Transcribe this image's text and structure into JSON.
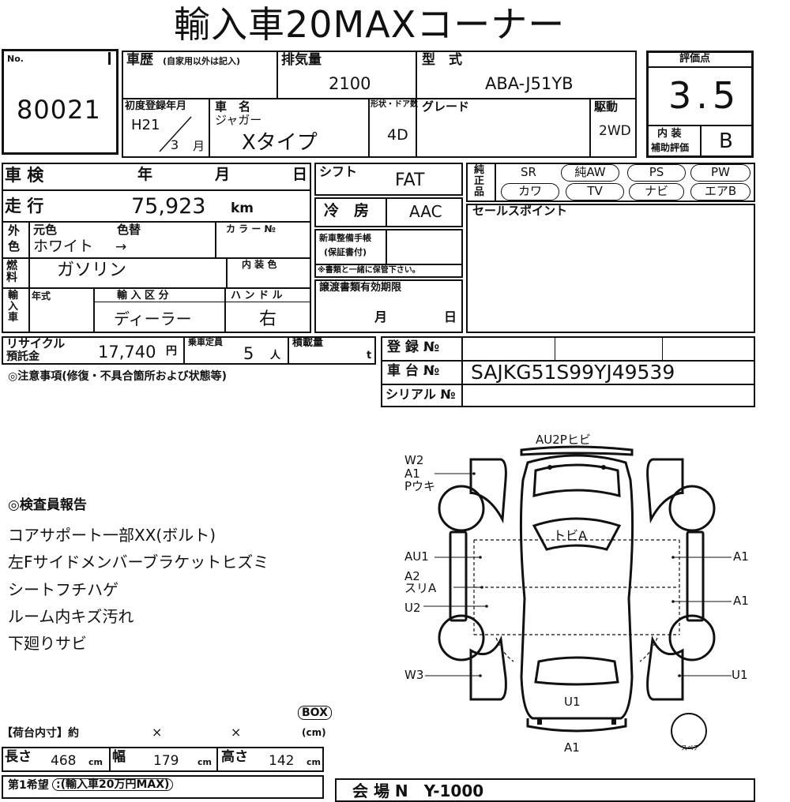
{
  "header": {
    "title": "輸入車20MAXコーナー"
  },
  "lot": {
    "label": "No.",
    "number": "80021"
  },
  "history": {
    "label": "車歴",
    "note": "(自家用以外は記入)"
  },
  "displacement": {
    "label": "排気量",
    "value": "2100"
  },
  "model": {
    "label": "型　式",
    "value": "ABA-J51YB"
  },
  "grade_score": {
    "label": "評価点",
    "value": "3.5",
    "interior_label_1": "内 装",
    "interior_label_2": "補助評価",
    "interior_value": "B"
  },
  "first_reg": {
    "label": "初度登録年月",
    "year": "H21",
    "month": "3",
    "month_unit": "月"
  },
  "car_name": {
    "label": "車　名",
    "value": "ジャガー",
    "type": "Xタイプ"
  },
  "shape": {
    "label": "形状・ドア数",
    "value": "4D"
  },
  "grade": {
    "label": "グレード"
  },
  "drive": {
    "label": "駆動",
    "value": "2WD"
  },
  "inspection": {
    "label": "車 検",
    "year": "年",
    "month": "月",
    "day": "日"
  },
  "mileage": {
    "label": "走 行",
    "value": "75,923",
    "unit": "km"
  },
  "color": {
    "side_label_1": "外",
    "side_label_2": "色",
    "original_label": "元色",
    "change_label": "色替",
    "original": "ホワイト",
    "arrow": "→",
    "code_label": "カ ラ ー №"
  },
  "fuel": {
    "side_label": "燃料",
    "value": "ガソリン",
    "interior_color_label": "内 装 色"
  },
  "import": {
    "side_label": "輸入車",
    "year_label": "年式",
    "category_label": "輸 入 区 分",
    "category": "ディーラー",
    "handle_label": "ハ ン ド ル",
    "handle": "右"
  },
  "shift": {
    "label": "シフト",
    "value": "FAT"
  },
  "aircon": {
    "label": "冷　房",
    "value": "AAC"
  },
  "warranty": {
    "label_1": "新車整備手帳",
    "label_2": "(保証書付)",
    "note": "※書類と一緒に保管下さい。"
  },
  "transfer": {
    "label": "譲渡書類有効期限",
    "month": "月",
    "day": "日"
  },
  "equipment": {
    "label": "純正品",
    "items": [
      "SR",
      "純AW",
      "PS",
      "PW",
      "カワ",
      "TV",
      "ナビ",
      "エアB"
    ]
  },
  "sales_point": {
    "label": "セールスポイント"
  },
  "recycle": {
    "label_1": "リサイクル",
    "label_2": "預託金",
    "value": "17,740",
    "unit": "円"
  },
  "capacity": {
    "label": "乗車定員",
    "value": "5",
    "unit": "人"
  },
  "load": {
    "label": "積載量",
    "unit": "t"
  },
  "registration": {
    "label": "登 録 №"
  },
  "chassis": {
    "label": "車 台 №",
    "value": "SAJKG51S99YJ49539"
  },
  "serial": {
    "label": "シリアル №"
  },
  "caution": {
    "label": "◎注意事項(修復・不具合箇所および状態等)"
  },
  "inspector": {
    "title": "◎検査員報告",
    "lines": [
      "コアサポート一部XX(ボルト)",
      "左Fサイドメンバーブラケットヒズミ",
      "シートフチハゲ",
      "ルーム内キズ汚れ",
      "下廻りサビ"
    ]
  },
  "diagram": {
    "labels": {
      "top": "AU2Pヒビ",
      "w2": "W2",
      "a1_fl": "A1",
      "p_uki": "Pウキ",
      "roof": "トビA",
      "au1": "AU1",
      "a2": "A2",
      "suri_a": "スリA",
      "u2": "U2",
      "w3": "W3",
      "a1_r1": "A1",
      "a1_r2": "A1",
      "u1_r": "U1",
      "u1_rear": "U1",
      "a1_bottom": "A1",
      "spare": "スペア"
    }
  },
  "cargo": {
    "label": "【荷台内寸】約",
    "x1": "×",
    "x2": "×",
    "box": "BOX",
    "unit": "(cm)"
  },
  "size": {
    "length_label": "長さ",
    "length": "468",
    "width_label": "幅",
    "width": "179",
    "height_label": "高さ",
    "height": "142",
    "unit": "cm"
  },
  "wish": {
    "label": "第1希望",
    "value": ":(輸入車20万円MAX)"
  },
  "meeting": {
    "value": "会 場 N　Y-1000"
  }
}
